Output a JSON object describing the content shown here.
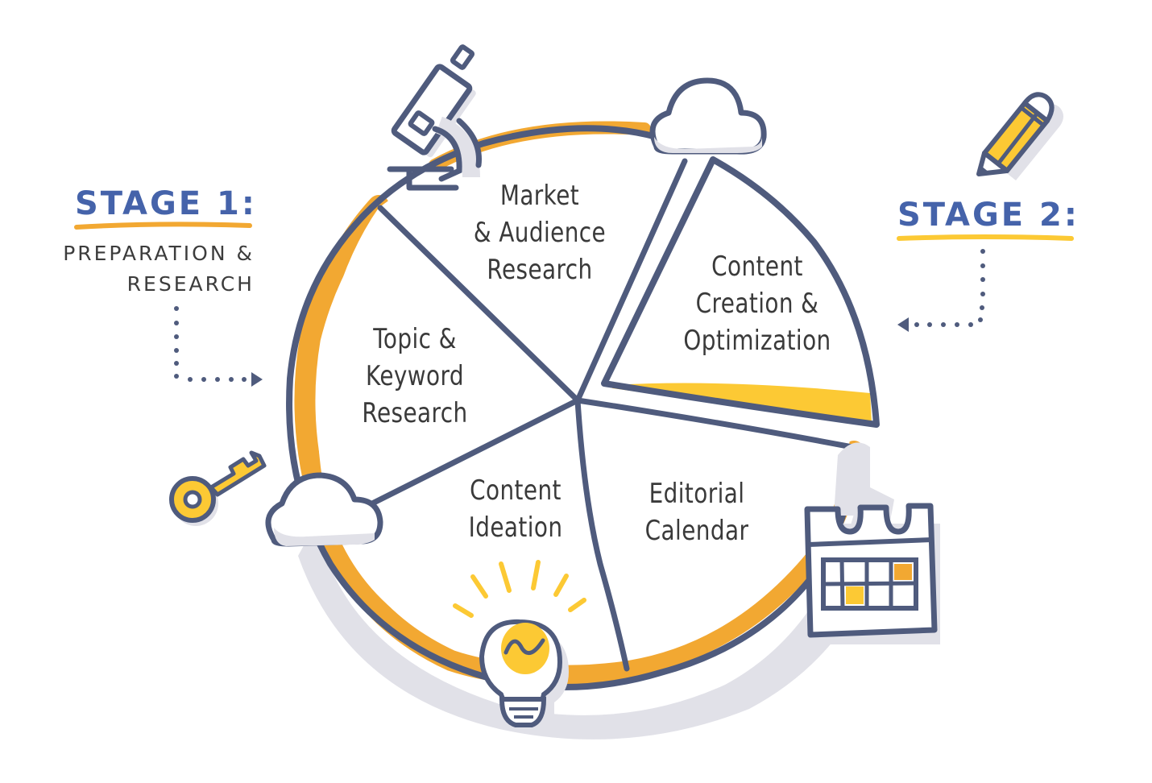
{
  "stage1": {
    "title": "STAGE 1:",
    "subtitle_line1": "PREPARATION &",
    "subtitle_line2": "RESEARCH"
  },
  "stage2": {
    "title": "STAGE 2:"
  },
  "slices": [
    {
      "id": "market",
      "lines": [
        "Market",
        "& Audience",
        "Research"
      ]
    },
    {
      "id": "content-creation",
      "lines": [
        "Content",
        "Creation &",
        "Optimization"
      ]
    },
    {
      "id": "editorial",
      "lines": [
        "Editorial",
        "Calendar"
      ]
    },
    {
      "id": "ideation",
      "lines": [
        "Content",
        "Ideation"
      ]
    },
    {
      "id": "topic",
      "lines": [
        "Topic &",
        "Keyword",
        "Research"
      ]
    }
  ],
  "icons": [
    "microscope-icon",
    "cloud-icon",
    "pencil-icon",
    "key-icon",
    "cloud-icon",
    "lightbulb-icon",
    "calendar-icon"
  ],
  "colors": {
    "navy": "#4F5B7D",
    "blue_title": "#4563AA",
    "orange": "#F2A832",
    "yellow": "#FCC934",
    "shadow": "#E1E1E8",
    "text": "#3a3a3a"
  }
}
